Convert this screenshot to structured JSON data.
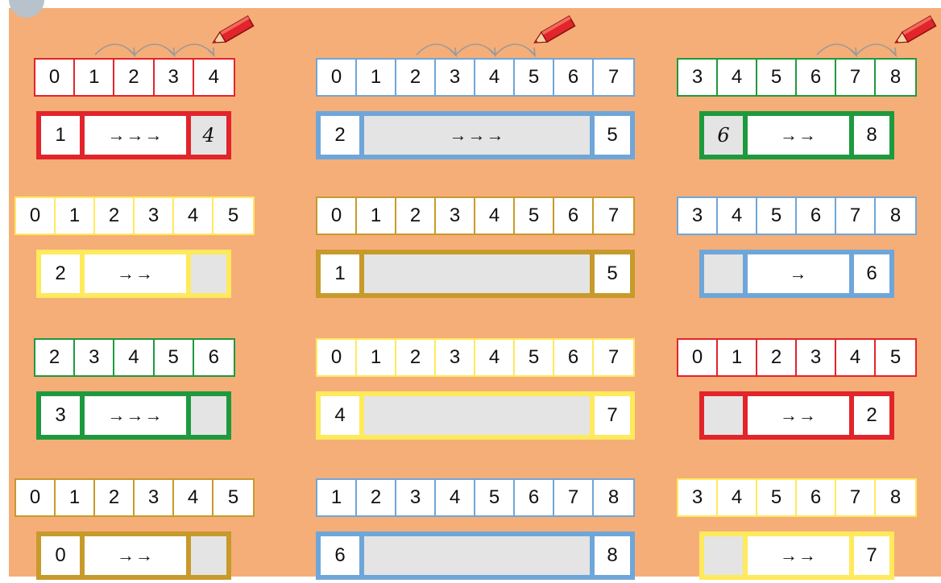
{
  "colors": {
    "background": "#F5AE78",
    "red": "#E2242B",
    "blue": "#6FA6D9",
    "green": "#1E9A3E",
    "yellow": "#FFE95C",
    "ochre": "#C79A2B",
    "gray_box": "#E4E4E4"
  },
  "icons": {
    "pencil": "red-pencil-icon",
    "hop_arrows": "curved-jump-arrows"
  },
  "exercises": [
    {
      "line_color": "red",
      "line": [
        "0",
        "1",
        "2",
        "3",
        "4"
      ],
      "frame_color": "red",
      "start": "1",
      "arrows": "→→→",
      "end": "4",
      "hint": true
    },
    {
      "line_color": "blue",
      "line": [
        "0",
        "1",
        "2",
        "3",
        "4",
        "5",
        "6",
        "7"
      ],
      "frame_color": "blue",
      "start": "2",
      "arrows": "→→→",
      "end": "5",
      "hint": true
    },
    {
      "line_color": "green",
      "line": [
        "3",
        "4",
        "5",
        "6",
        "7",
        "8"
      ],
      "frame_color": "green",
      "start": "6",
      "arrows": "→→",
      "end": "8",
      "hint": true
    },
    {
      "line_color": "yellow",
      "line": [
        "0",
        "1",
        "2",
        "3",
        "4",
        "5"
      ],
      "frame_color": "yellow",
      "start": "2",
      "arrows": "→→",
      "end": ""
    },
    {
      "line_color": "ochre",
      "line": [
        "0",
        "1",
        "2",
        "3",
        "4",
        "5",
        "6",
        "7"
      ],
      "frame_color": "ochre",
      "start": "1",
      "arrows": "",
      "end": "5"
    },
    {
      "line_color": "blue",
      "line": [
        "3",
        "4",
        "5",
        "6",
        "7",
        "8"
      ],
      "frame_color": "blue",
      "start": "",
      "arrows": "→",
      "end": "6"
    },
    {
      "line_color": "green",
      "line": [
        "2",
        "3",
        "4",
        "5",
        "6"
      ],
      "frame_color": "green",
      "start": "3",
      "arrows": "→→→",
      "end": ""
    },
    {
      "line_color": "yellow",
      "line": [
        "0",
        "1",
        "2",
        "3",
        "4",
        "5",
        "6",
        "7"
      ],
      "frame_color": "yellow",
      "start": "4",
      "arrows": "",
      "end": "7"
    },
    {
      "line_color": "red",
      "line": [
        "0",
        "1",
        "2",
        "3",
        "4",
        "5"
      ],
      "frame_color": "red",
      "start": "",
      "arrows": "→→",
      "end": "2"
    },
    {
      "line_color": "ochre",
      "line": [
        "0",
        "1",
        "2",
        "3",
        "4",
        "5"
      ],
      "frame_color": "ochre",
      "start": "0",
      "arrows": "→→",
      "end": ""
    },
    {
      "line_color": "blue",
      "line": [
        "1",
        "2",
        "3",
        "4",
        "5",
        "6",
        "7",
        "8"
      ],
      "frame_color": "blue",
      "start": "6",
      "arrows": "",
      "end": "8"
    },
    {
      "line_color": "yellow",
      "line": [
        "3",
        "4",
        "5",
        "6",
        "7",
        "8"
      ],
      "frame_color": "yellow",
      "start": "",
      "arrows": "→→",
      "end": "7"
    }
  ]
}
